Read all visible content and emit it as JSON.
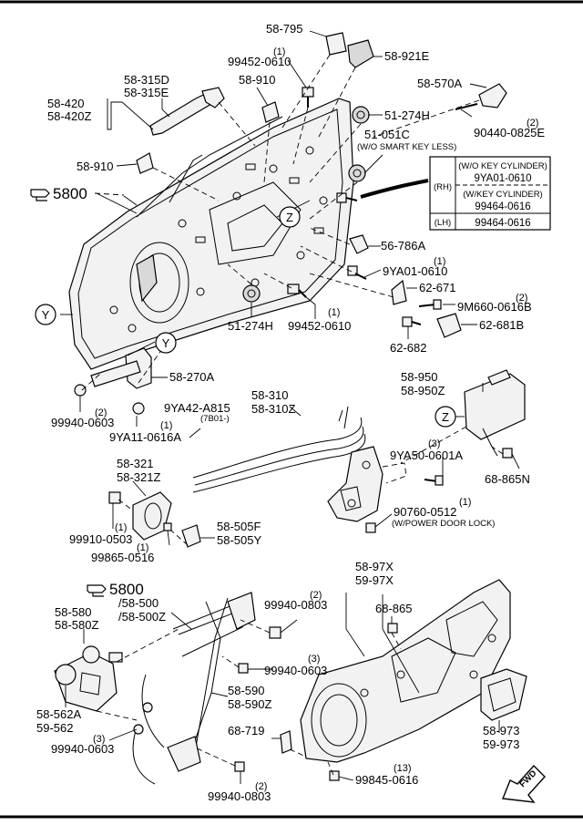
{
  "callouts": {
    "c58795": "58-795",
    "c58921E": "58-921E",
    "c99452a_qty": "(1)",
    "c99452a": "99452-0610",
    "c58910a": "58-910",
    "c58315D": "58-315D",
    "c58315E": "58-315E",
    "c58420": "58-420",
    "c58420Z": "58-420Z",
    "c58570A": "58-570A",
    "c51274Ha": "51-274H",
    "c90440_qty": "(2)",
    "c90440": "90440-0825E",
    "c51051C": "51-051C",
    "c51051C_note": "(W/O SMART KEY LESS)",
    "c58910b": "58-910",
    "c5800a": "5800",
    "c56786A": "56-786A",
    "c9YA01_qty": "(1)",
    "c9YA01": "9YA01-0610",
    "c62671": "62-671",
    "c9M660_qty": "(2)",
    "c9M660": "9M660-0616B",
    "c62681B": "62-681B",
    "c62682": "62-682",
    "c51274Hb": "51-274H",
    "c99452b_qty": "(1)",
    "c99452b": "99452-0610",
    "c58270A": "58-270A",
    "c99940a_qty": "(2)",
    "c99940a": "99940-0603",
    "c9YA42": "9YA42-A815",
    "c9YA42_note": "(7B01-)",
    "c9YA11_qty": "(1)",
    "c9YA11": "9YA11-0616A",
    "c58310": "58-310",
    "c58310Z": "58-310Z",
    "c58950": "58-950",
    "c58950Z": "58-950Z",
    "c9YA50_qty": "(3)",
    "c9YA50": "9YA50-0601A",
    "c68865N": "68-865N",
    "c58321": "58-321",
    "c58321Z": "58-321Z",
    "c90760_qty": "(1)",
    "c90760": "90760-0512",
    "c90760_note": "(W/POWER DOOR LOCK)",
    "c99910_qty": "(1)",
    "c99910": "99910-0503",
    "c58505F": "58-505F",
    "c58505Y": "58-505Y",
    "c99865_qty": "(1)",
    "c99865": "99865-0516",
    "c5800b": "5800",
    "c58500": "/58-500",
    "c58500Z": "/58-500Z",
    "c58580": "58-580",
    "c58580Z": "58-580Z",
    "c99940b_qty": "(2)",
    "c99940b": "99940-0803",
    "c99940c_qty": "(3)",
    "c99940c": "99940-0603",
    "c58590": "58-590",
    "c58590Z": "58-590Z",
    "c58562A": "58-562A",
    "c59562": "59-562",
    "c99940d_qty": "(3)",
    "c99940d": "99940-0603",
    "c68719": "68-719",
    "c99940e_qty": "(2)",
    "c99940e": "99940-0803",
    "c5897X": "58-97X",
    "c5997X": "59-97X",
    "c68865": "68-865",
    "c58973": "58-973",
    "c59973": "59-973",
    "c99845_qty": "(13)",
    "c99845": "99845-0616",
    "fwd": "FWD"
  },
  "ref_circles": {
    "y1": "Y",
    "y2": "Y",
    "z1": "Z",
    "z2": "Z"
  },
  "key_cylinder_table": {
    "rh_label": "(RH)",
    "lh_label": "(LH)",
    "rows": [
      {
        "note": "(W/O KEY CYLINDER)",
        "part": "9YA01-0610"
      },
      {
        "note": "(W/KEY CYLINDER)",
        "part": "99464-0616"
      },
      {
        "note": "",
        "part": "99464-0616"
      }
    ]
  },
  "icons": {
    "pointing_hand": "pointing-hand-icon",
    "fwd_arrow": "fwd-arrow-icon"
  }
}
